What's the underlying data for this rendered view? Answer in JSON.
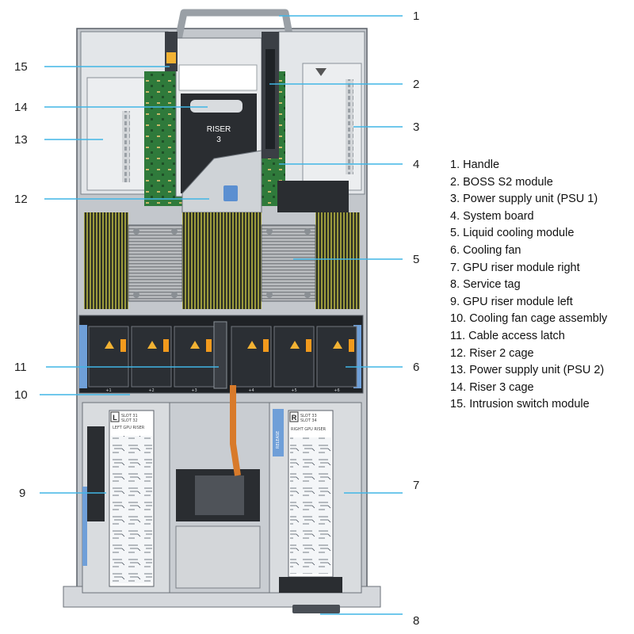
{
  "figure": {
    "riser3_label_line1": "RISER",
    "riser3_label_line2": "3",
    "left_riser_tag": "L",
    "left_riser_slots": [
      "SLOT 31",
      "SLOT 32"
    ],
    "left_riser_title": "LEFT GPU RISER",
    "right_riser_tag": "R",
    "right_riser_slots": [
      "SLOT 33",
      "SLOT 34"
    ],
    "right_riser_title": "RIGHT GPU RISER",
    "release_label": "RELEASE",
    "fan_labels": [
      "+1",
      "+2",
      "+3",
      "+4",
      "+5",
      "+6"
    ],
    "colors": {
      "chassis": "#c9cdd2",
      "board": "#2f7a3b",
      "callout_line": "#41b6e6",
      "fan_latch": "#f29a1d",
      "release_blue": "#5b8fd1"
    }
  },
  "callouts": [
    {
      "number": "1",
      "label": "Handle"
    },
    {
      "number": "2",
      "label": "BOSS S2 module"
    },
    {
      "number": "3",
      "label": "Power supply unit (PSU 1)"
    },
    {
      "number": "4",
      "label": "System board"
    },
    {
      "number": "5",
      "label": "Liquid cooling module"
    },
    {
      "number": "6",
      "label": "Cooling fan"
    },
    {
      "number": "7",
      "label": "GPU riser module right"
    },
    {
      "number": "8",
      "label": "Service tag"
    },
    {
      "number": "9",
      "label": "GPU riser module left"
    },
    {
      "number": "10",
      "label": "Cooling fan cage assembly"
    },
    {
      "number": "11",
      "label": "Cable access latch"
    },
    {
      "number": "12",
      "label": "Riser 2 cage"
    },
    {
      "number": "13",
      "label": "Power supply unit (PSU 2)"
    },
    {
      "number": "14",
      "label": "Riser 3 cage"
    },
    {
      "number": "15",
      "label": "Intrusion switch module"
    }
  ]
}
